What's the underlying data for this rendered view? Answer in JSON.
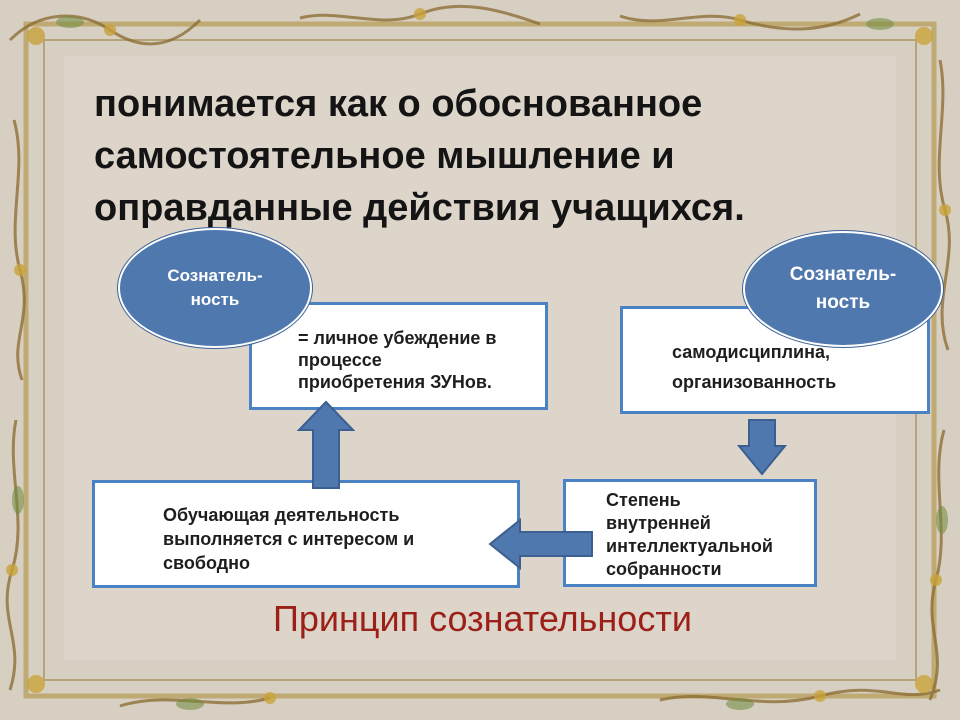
{
  "heading": {
    "lines": [
      "понимается как о обоснованное",
      "самостоятельное мышление и",
      "оправданные действия учащихся."
    ]
  },
  "diagram": {
    "oval_left": {
      "lines": [
        "Сознатель-",
        "ность"
      ]
    },
    "oval_right": {
      "lines": [
        "Сознатель-",
        "ность"
      ]
    },
    "box_belief": {
      "lines": [
        "= личное убеждение в",
        "процессе",
        "приобретения ЗУНов."
      ]
    },
    "box_discipline": {
      "lines": [
        "самодисциплина,",
        "организованность"
      ]
    },
    "box_degree": {
      "lines": [
        "Степень",
        "внутренней",
        "интеллектуальной",
        "собранности"
      ]
    },
    "box_learning": {
      "lines": [
        "Обучающая деятельность",
        "выполняется с интересом и",
        "свободно"
      ]
    }
  },
  "footer": {
    "title": "Принцип сознательности"
  },
  "colors": {
    "accent_blue": "#4f78ae",
    "box_border": "#4a82c4",
    "title_red": "#9c2018",
    "background": "#ddd5ca"
  },
  "icons": [
    "up-arrow-icon",
    "down-arrow-icon",
    "left-arrow-icon",
    "floral-frame-ornament"
  ]
}
